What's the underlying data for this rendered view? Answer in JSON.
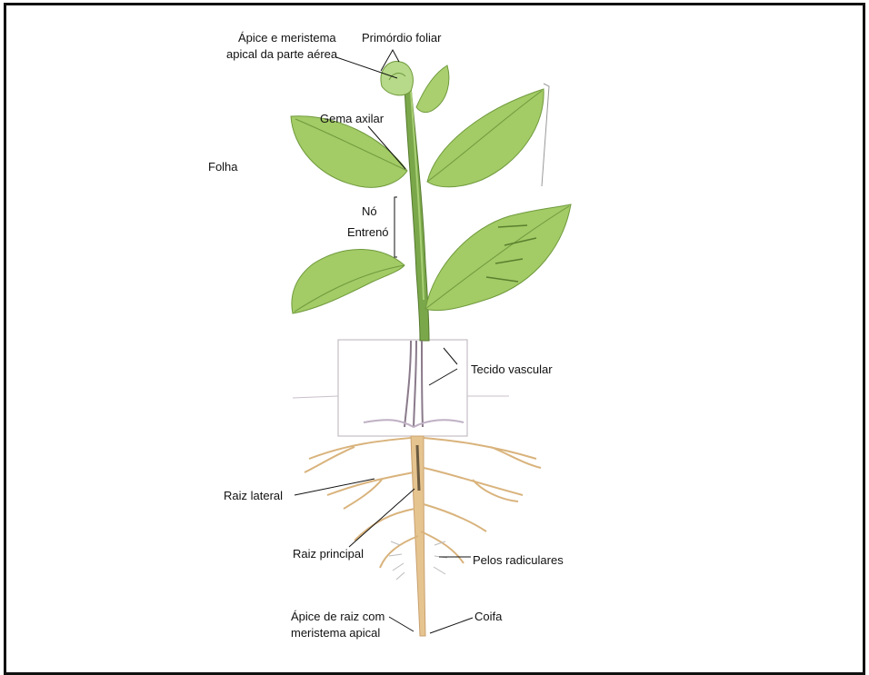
{
  "labels": {
    "apice_meristema_1": "Ápice e meristema",
    "apice_meristema_2": "apical da parte aérea",
    "primordio_foliar": "Primórdio foliar",
    "gema_axilar": "Gema axilar",
    "folha": "Folha",
    "no": "Nó",
    "entreno": "Entrenó",
    "tecido_vascular": "Tecido vascular",
    "raiz_lateral": "Raiz lateral",
    "raiz_principal": "Raiz principal",
    "pelos_radiculares": "Pelos radiculares",
    "apice_raiz_1": "Ápice de raiz com",
    "apice_raiz_2": "meristema apical",
    "coifa": "Coifa"
  },
  "colors": {
    "leaf_fill": "#a9cf6f",
    "leaf_dark": "#6f9a3c",
    "stem": "#7aa74a",
    "root": "#e6c48f",
    "root_line": "#c8a070",
    "vascular": "#8a7a8a",
    "leader": "#111111"
  }
}
